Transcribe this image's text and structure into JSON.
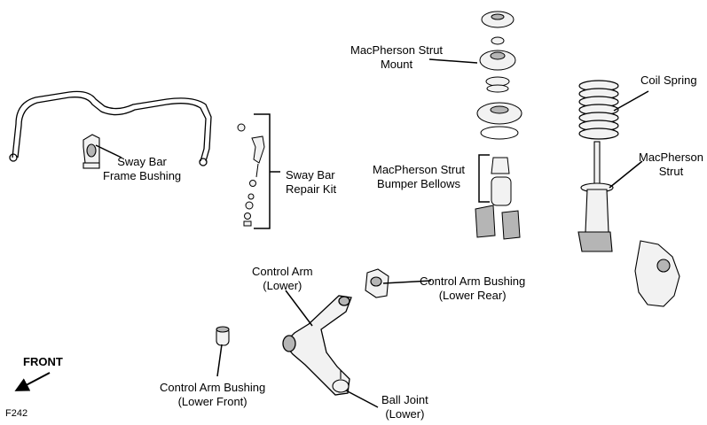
{
  "labels": {
    "sway_bar_frame_bushing": [
      "Sway Bar",
      "Frame Bushing"
    ],
    "sway_bar_repair_kit": [
      "Sway Bar",
      "Repair Kit"
    ],
    "macpherson_strut_mount": [
      "MacPherson Strut",
      "Mount"
    ],
    "macpherson_strut_bumper_bellows": [
      "MacPherson Strut",
      "Bumper Bellows"
    ],
    "coil_spring": [
      "Coil Spring"
    ],
    "macpherson_strut": [
      "MacPherson",
      "Strut"
    ],
    "control_arm_lower": [
      "Control Arm",
      "(Lower)"
    ],
    "control_arm_bushing_lower_rear": [
      "Control Arm Bushing",
      "(Lower Rear)"
    ],
    "control_arm_bushing_lower_front": [
      "Control Arm Bushing",
      "(Lower Front)"
    ],
    "ball_joint_lower": [
      "Ball Joint",
      "(Lower)"
    ]
  },
  "direction_indicator": "FRONT",
  "figure_code": "F242",
  "colors": {
    "line": "#000000",
    "background": "#ffffff",
    "part_fill": "#f2f2f2",
    "part_shade": "#b5b5b5"
  }
}
